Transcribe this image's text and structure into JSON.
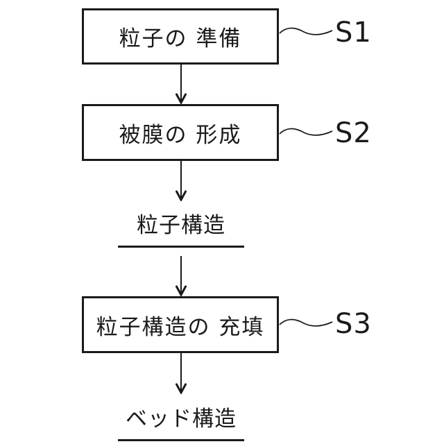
{
  "figure": {
    "type": "flowchart",
    "colors": {
      "line": "#1a1a1a",
      "background": "#ffffff"
    },
    "steps": [
      {
        "box_label": "粒子の 準備",
        "step_ref": "S1"
      },
      {
        "box_label": "被膜の 形成",
        "step_ref": "S2"
      },
      {
        "box_label": "粒子構造の 充填",
        "step_ref": "S3"
      }
    ],
    "outputs": [
      {
        "label": "粒子構造"
      },
      {
        "label": "ベッド構造"
      }
    ]
  }
}
